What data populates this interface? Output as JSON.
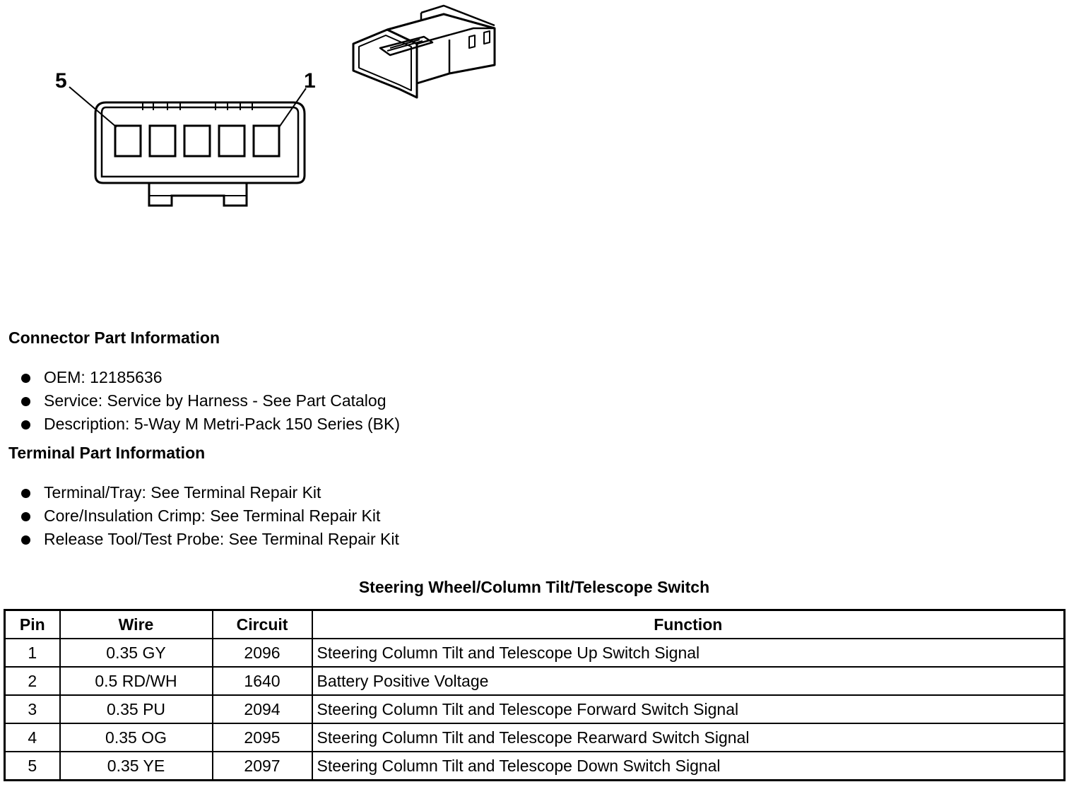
{
  "connector_diagram": {
    "pin_left_label": "5",
    "pin_right_label": "1"
  },
  "connector_part_info": {
    "title": "Connector Part Information",
    "items": [
      "OEM: 12185636",
      "Service: Service by Harness - See Part Catalog",
      "Description: 5-Way M Metri-Pack 150 Series (BK)"
    ]
  },
  "terminal_part_info": {
    "title": "Terminal Part Information",
    "items": [
      "Terminal/Tray: See Terminal Repair Kit",
      "Core/Insulation Crimp: See Terminal Repair Kit",
      "Release Tool/Test Probe: See Terminal Repair Kit"
    ]
  },
  "pin_table": {
    "title": "Steering Wheel/Column Tilt/Telescope Switch",
    "headers": [
      "Pin",
      "Wire",
      "Circuit",
      "Function"
    ],
    "rows": [
      [
        "1",
        "0.35 GY",
        "2096",
        "Steering Column Tilt and Telescope Up Switch Signal"
      ],
      [
        "2",
        "0.5 RD/WH",
        "1640",
        "Battery Positive Voltage"
      ],
      [
        "3",
        "0.35 PU",
        "2094",
        "Steering Column Tilt and Telescope Forward Switch Signal"
      ],
      [
        "4",
        "0.35 OG",
        "2095",
        "Steering Column Tilt and Telescope Rearward Switch Signal"
      ],
      [
        "5",
        "0.35 YE",
        "2097",
        "Steering Column Tilt and Telescope Down Switch Signal"
      ]
    ]
  }
}
